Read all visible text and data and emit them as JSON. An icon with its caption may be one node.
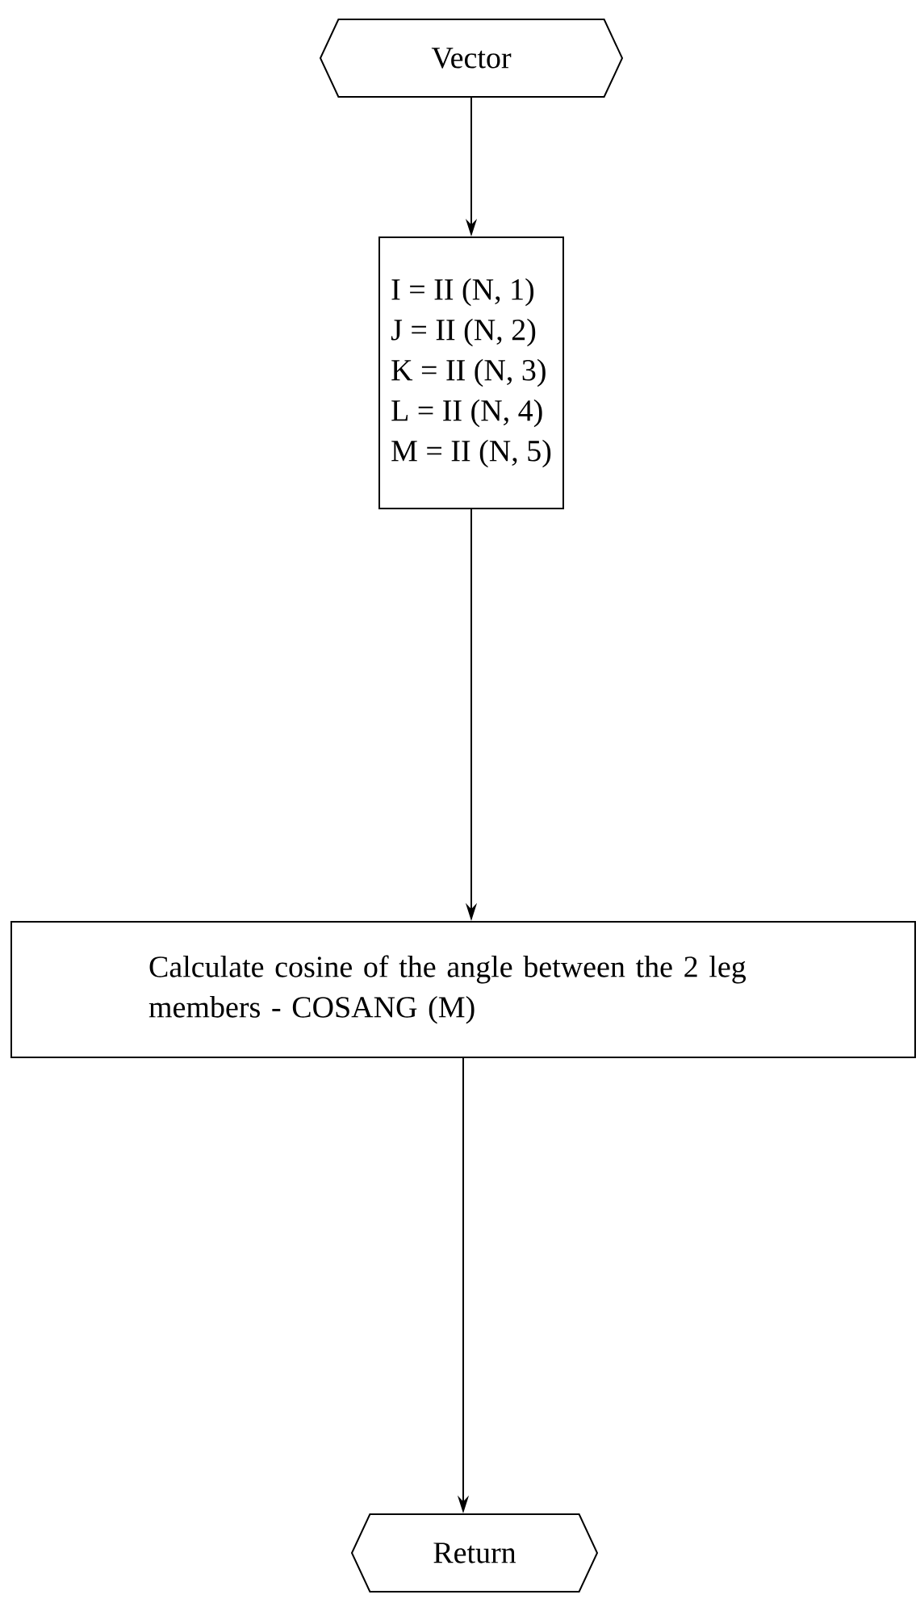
{
  "diagram": {
    "nodes": [
      {
        "text": [
          "Vector"
        ]
      },
      {
        "text": [
          "I = II (N, 1)",
          "J = II (N, 2)",
          "K = II (N, 3)",
          "L = II (N, 4)",
          "M = II (N, 5)"
        ]
      },
      {
        "text": [
          "Calculate cosine of the angle between the 2 leg members - COSANG (M)"
        ]
      },
      {
        "text": [
          "Return"
        ]
      }
    ],
    "edges": [
      {
        "from": 0,
        "to": 1,
        "arrow": "to"
      },
      {
        "from": 1,
        "to": 2,
        "arrow": "to"
      },
      {
        "from": 2,
        "to": 3,
        "arrow": "to"
      }
    ]
  }
}
